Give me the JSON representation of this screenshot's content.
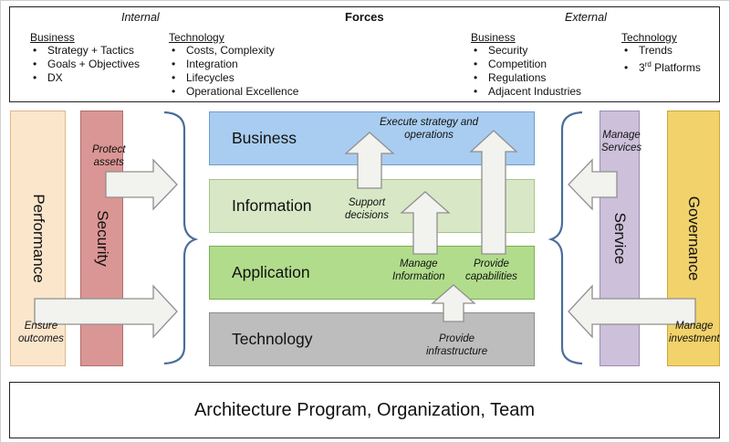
{
  "forces": {
    "title": "Forces",
    "internal_label": "Internal",
    "external_label": "External",
    "internal_business": {
      "title": "Business",
      "items": [
        "Strategy + Tactics",
        "Goals + Objectives",
        "DX"
      ]
    },
    "internal_technology": {
      "title": "Technology",
      "items": [
        "Costs, Complexity",
        "Integration",
        "Lifecycles",
        "Operational Excellence"
      ]
    },
    "external_business": {
      "title": "Business",
      "items": [
        "Security",
        "Competition",
        "Regulations",
        "Adjacent Industries"
      ]
    },
    "external_technology": {
      "title": "Technology",
      "items": [
        "Trends",
        "3",
        "rd",
        "Platforms"
      ]
    }
  },
  "layers": [
    {
      "label": "Business",
      "color": "#a9cdf0"
    },
    {
      "label": "Information",
      "color": "#d8e8c6"
    },
    {
      "label": "Application",
      "color": "#b1dc8c"
    },
    {
      "label": "Technology",
      "color": "#bdbdbd"
    }
  ],
  "pillars": {
    "performance": {
      "label": "Performance",
      "color": "#fbe6cc"
    },
    "security": {
      "label": "Security",
      "color": "#da9694"
    },
    "service": {
      "label": "Service",
      "color": "#ccc0da"
    },
    "governance": {
      "label": "Governance",
      "color": "#f2d26b"
    }
  },
  "notes": {
    "protect_assets": [
      "Protect",
      "assets"
    ],
    "ensure_outcomes": [
      "Ensure",
      "outcomes"
    ],
    "manage_services": [
      "Manage",
      "Services"
    ],
    "manage_investment": [
      "Manage",
      "investment"
    ],
    "execute_strategy": [
      "Execute strategy and",
      "operations"
    ],
    "support_decisions": [
      "Support",
      "decisions"
    ],
    "manage_information": [
      "Manage",
      "Information"
    ],
    "provide_capabilities": [
      "Provide",
      "capabilities"
    ],
    "provide_infrastructure": [
      "Provide",
      "infrastructure"
    ]
  },
  "footer": "Architecture Program, Organization, Team",
  "colors": {
    "arrow_fill": "#f2f2ee",
    "arrow_stroke": "#8f8f8f",
    "brace": "#4a6d9c"
  }
}
